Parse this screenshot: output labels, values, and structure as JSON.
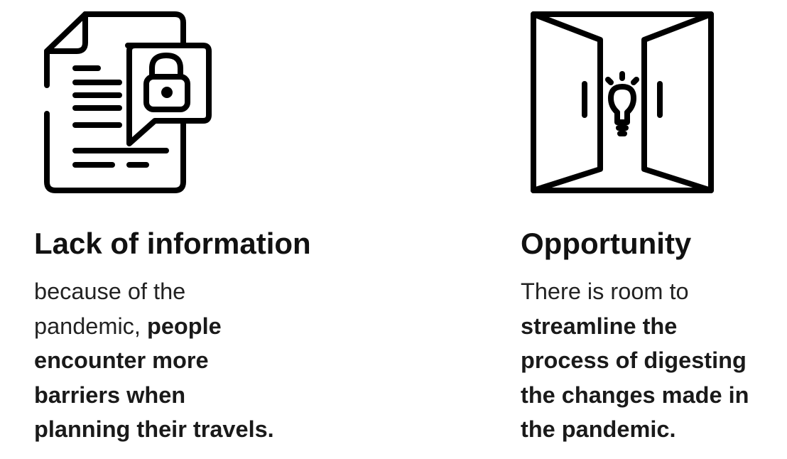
{
  "cards": [
    {
      "icon": "locked-document-icon",
      "title": "Lack of information",
      "lines": [
        {
          "plain": "because of the",
          "bold": ""
        },
        {
          "plain": "pandemic, ",
          "bold": "people"
        },
        {
          "plain": "",
          "bold": "encounter more"
        },
        {
          "plain": "",
          "bold": "barriers when"
        },
        {
          "plain": "",
          "bold": "planning their travels."
        }
      ]
    },
    {
      "icon": "open-door-lightbulb-icon",
      "title": "Opportunity",
      "lines": [
        {
          "plain": "There is room to",
          "bold": ""
        },
        {
          "plain": "",
          "bold": "streamline the"
        },
        {
          "plain": "",
          "bold": "process of digesting"
        },
        {
          "plain": "",
          "bold": "the changes made in"
        },
        {
          "plain": "",
          "bold": "the pandemic."
        }
      ]
    }
  ]
}
